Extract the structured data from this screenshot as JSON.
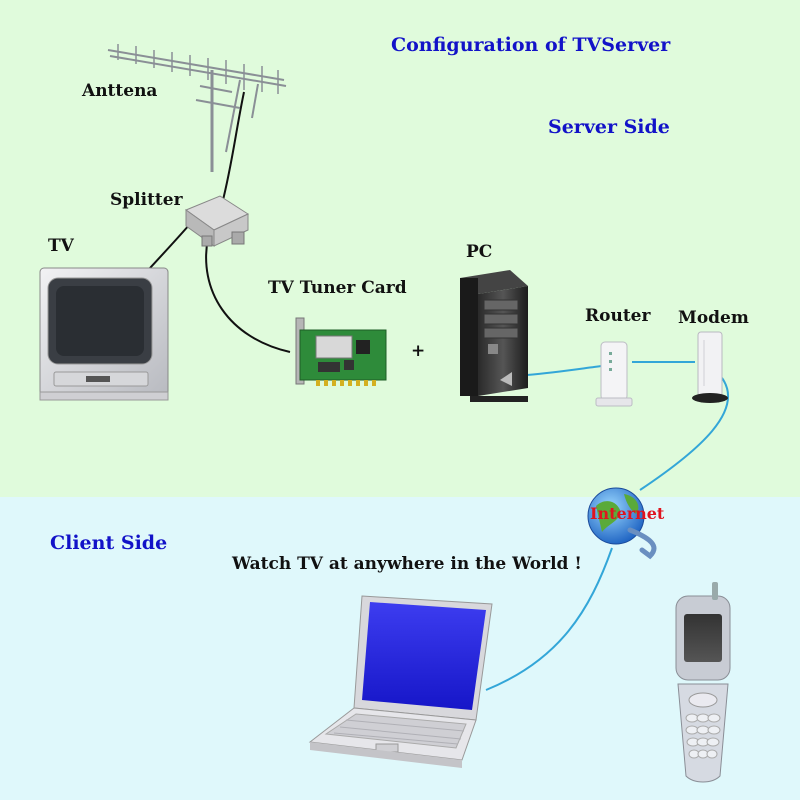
{
  "title": "Configuration of TVServer",
  "sections": {
    "server": "Server Side",
    "client": "Client Side"
  },
  "labels": {
    "antenna": "Anttena",
    "splitter": "Splitter",
    "tv": "TV",
    "pc": "PC",
    "tuner": "TV Tuner Card",
    "plus": "+",
    "router": "Router",
    "modem": "Modem",
    "internet": "Internet",
    "tagline": "Watch TV at anywhere in the World !"
  },
  "colors": {
    "server_bg": "#e0fbdc",
    "client_bg": "#dff8fb",
    "heading": "#1212c8",
    "internet_text": "#e0141e",
    "link_cable": "#33a6d8"
  }
}
